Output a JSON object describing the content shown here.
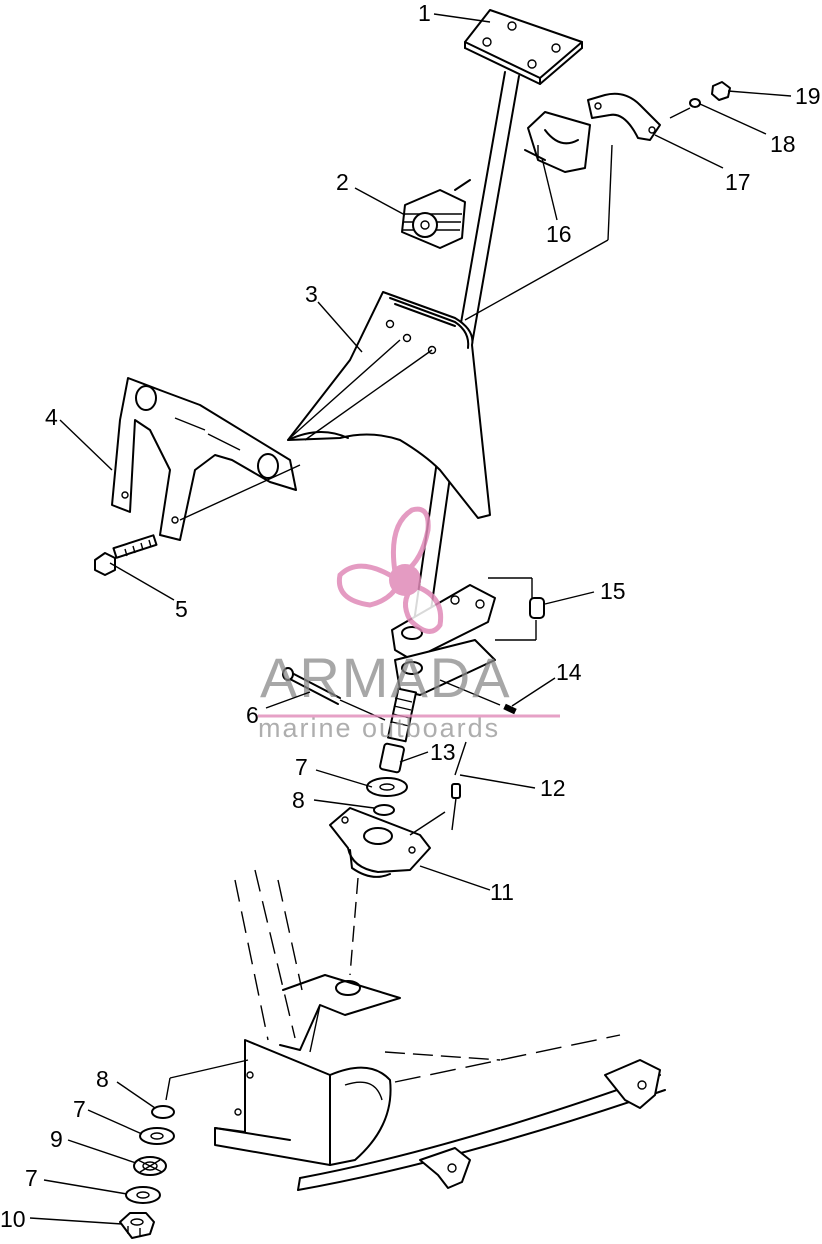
{
  "watermark": {
    "brand": "ARMADA",
    "tagline": "marine outboards",
    "logo_color": "#e08ab8",
    "text_color": "#8a8a8a"
  },
  "callouts": [
    {
      "id": "1",
      "text": "1"
    },
    {
      "id": "2",
      "text": "2"
    },
    {
      "id": "3",
      "text": "3"
    },
    {
      "id": "4",
      "text": "4"
    },
    {
      "id": "5",
      "text": "5"
    },
    {
      "id": "6",
      "text": "6"
    },
    {
      "id": "7a",
      "text": "7"
    },
    {
      "id": "8a",
      "text": "8"
    },
    {
      "id": "8b",
      "text": "8"
    },
    {
      "id": "7b",
      "text": "7"
    },
    {
      "id": "9",
      "text": "9"
    },
    {
      "id": "7c",
      "text": "7"
    },
    {
      "id": "10",
      "text": "10"
    },
    {
      "id": "11",
      "text": "11"
    },
    {
      "id": "12",
      "text": "12"
    },
    {
      "id": "13",
      "text": "13"
    },
    {
      "id": "14",
      "text": "14"
    },
    {
      "id": "15",
      "text": "15"
    },
    {
      "id": "16",
      "text": "16"
    },
    {
      "id": "17",
      "text": "17"
    },
    {
      "id": "18",
      "text": "18"
    },
    {
      "id": "19",
      "text": "19"
    }
  ]
}
